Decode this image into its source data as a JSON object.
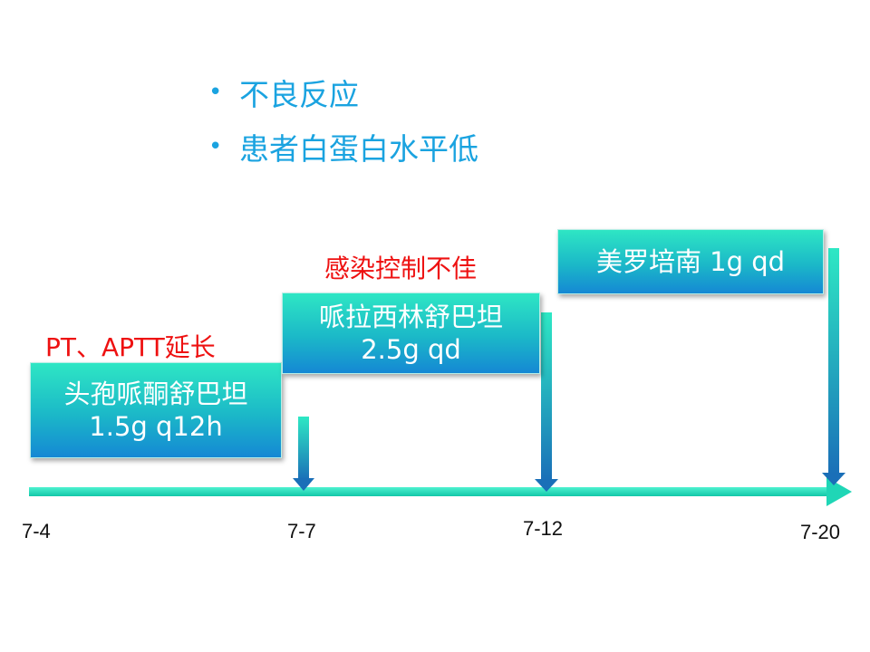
{
  "bullets": [
    "不良反应",
    "患者白蛋白水平低"
  ],
  "notes": {
    "pt_aptt": "PT、APTT延长",
    "infection": "感染控制不佳"
  },
  "boxes": [
    {
      "drug": "头孢哌酮舒巴坦",
      "dose": "1.5g q12h"
    },
    {
      "drug": "哌拉西林舒巴坦",
      "dose": "2.5g qd"
    },
    {
      "drug": "美罗培南 1g qd"
    }
  ],
  "timeline": {
    "dates": [
      "7-4",
      "7-7",
      "7-12",
      "7-20"
    ]
  },
  "colors": {
    "bullet_text": "#1aa3e0",
    "note_text": "#ee1111",
    "box_top": "#2ee6c4",
    "box_bottom": "#1588d4"
  }
}
